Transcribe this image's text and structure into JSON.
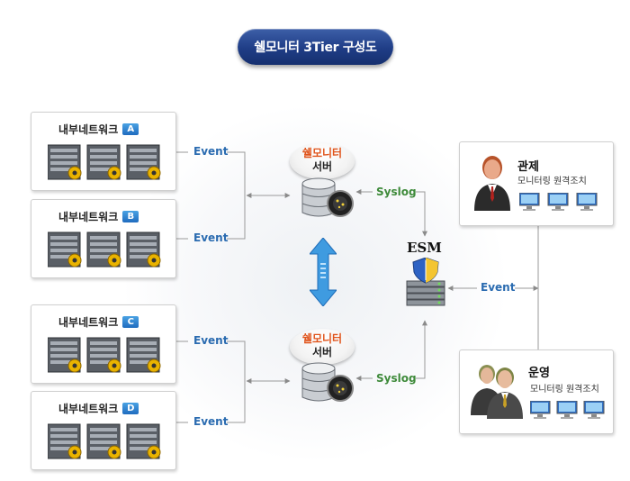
{
  "title": "쉘모니터 3Tier 구성도",
  "networks": [
    {
      "label": "내부네트워크",
      "badge": "A"
    },
    {
      "label": "내부네트워크",
      "badge": "B"
    },
    {
      "label": "내부네트워크",
      "badge": "C"
    },
    {
      "label": "내부네트워크",
      "badge": "D"
    }
  ],
  "event_label": "Event",
  "syslog_label": "Syslog",
  "server": {
    "line1": "쉘모니터",
    "line2": "서버"
  },
  "esm": {
    "label": "ESM"
  },
  "roles": [
    {
      "title": "관제",
      "subtitle": "모니터링 원격조치"
    },
    {
      "title": "운영",
      "subtitle": "모니터링 원격조치"
    }
  ],
  "colors": {
    "event": "#2a6bb0",
    "syslog": "#3e8a3a",
    "badge": "#2f7fd0",
    "title_pill": "#1f3d86"
  },
  "icons": [
    "server-rack-icon",
    "database-server-icon",
    "esm-shield-icon",
    "operator-icon",
    "monitor-icon",
    "sync-arrow-icon"
  ]
}
